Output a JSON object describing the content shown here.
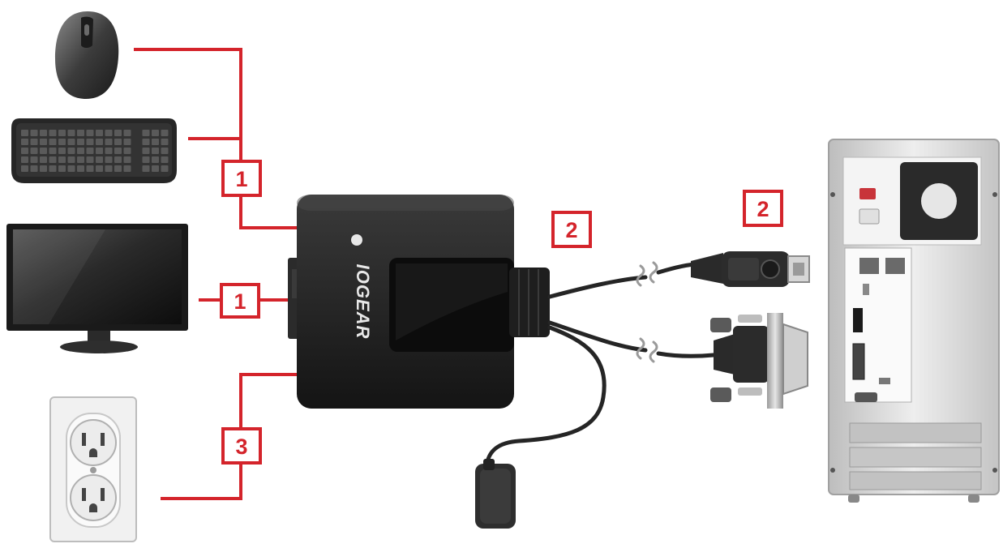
{
  "brand": {
    "name": "IOGEAR"
  },
  "colors": {
    "connector_line": "#d4242b",
    "badge_text": "#d4242b",
    "device_body": "#1f1f1f",
    "cable": "#2a2a2a",
    "pc_case": "#d9d9d9"
  },
  "badges": [
    {
      "id": "keyboard-mouse",
      "label": "1"
    },
    {
      "id": "monitor",
      "label": "1"
    },
    {
      "id": "power-outlet",
      "label": "3"
    },
    {
      "id": "switch-cable",
      "label": "2"
    },
    {
      "id": "pc-ports",
      "label": "2"
    }
  ],
  "icons": {
    "mouse": "mouse-icon",
    "keyboard": "keyboard-icon",
    "monitor": "monitor-icon",
    "outlet": "power-outlet-icon",
    "switch": "kvm-switch-icon",
    "usb": "usb-connector-icon",
    "vga": "vga-connector-icon",
    "remote": "remote-button-icon",
    "pc": "pc-tower-icon"
  }
}
